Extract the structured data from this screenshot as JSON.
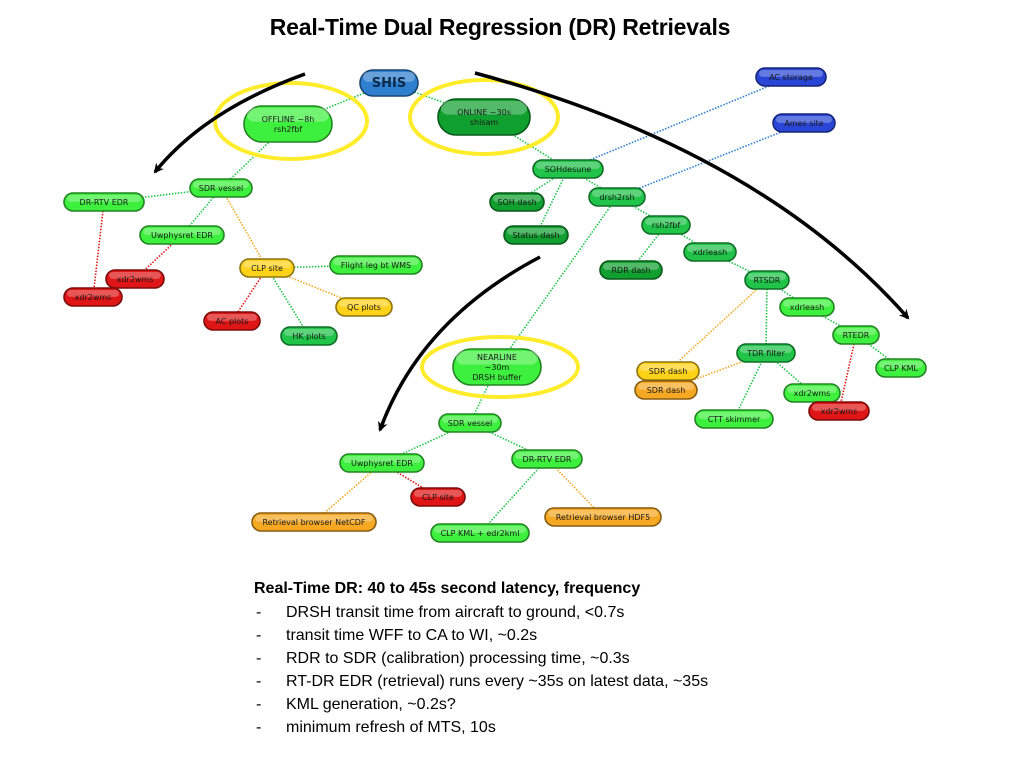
{
  "title": "Real-Time Dual Regression (DR) Retrievals",
  "colors": {
    "blue": "#2f7fd0",
    "dark_blue": "#2946d6",
    "bright_green": "#3ef03e",
    "medium_green": "#1fc448",
    "dark_green": "#10a030",
    "yellow": "#ffd21a",
    "orange": "#f7a823",
    "red": "#e01515",
    "highlight_ring": "#ffec2a",
    "arrow": "#000000"
  },
  "nodes": {
    "shis": {
      "lines": [
        "SHIS"
      ],
      "color": "blue"
    },
    "offline": {
      "lines": [
        "OFFLINE ~8h",
        "rsh2fbf"
      ],
      "color": "bright_green"
    },
    "online": {
      "lines": [
        "ONLINE ~30s",
        "shisam"
      ],
      "color": "dark_green"
    },
    "ac_storage": {
      "lines": [
        "AC storage"
      ],
      "color": "dark_blue"
    },
    "ames_site": {
      "lines": [
        "Ames site"
      ],
      "color": "dark_blue"
    },
    "sohdesune": {
      "lines": [
        "SOHdesune"
      ],
      "color": "medium_green"
    },
    "soh_dash": {
      "lines": [
        "SOH dash"
      ],
      "color": "dark_green"
    },
    "status_dash": {
      "lines": [
        "Status dash"
      ],
      "color": "dark_green"
    },
    "drsh2rsh": {
      "lines": [
        "drsh2rsh"
      ],
      "color": "medium_green"
    },
    "rsh2fbf_online": {
      "lines": [
        "rsh2fbf"
      ],
      "color": "medium_green"
    },
    "rdr_dash": {
      "lines": [
        "RDR dash"
      ],
      "color": "dark_green"
    },
    "xdrleash_1": {
      "lines": [
        "xdrleash"
      ],
      "color": "medium_green"
    },
    "rtsdr": {
      "lines": [
        "RTSDR"
      ],
      "color": "medium_green"
    },
    "xdrleash_2": {
      "lines": [
        "xdrleash"
      ],
      "color": "bright_green"
    },
    "rtedr": {
      "lines": [
        "RTEDR"
      ],
      "color": "bright_green"
    },
    "clp_kml_right": {
      "lines": [
        "CLP KML"
      ],
      "color": "bright_green"
    },
    "tdr_filter": {
      "lines": [
        "TDR filter"
      ],
      "color": "medium_green"
    },
    "sdr_dash_1": {
      "lines": [
        "SDR dash"
      ],
      "color": "yellow"
    },
    "sdr_dash_2": {
      "lines": [
        "SDR dash"
      ],
      "color": "orange"
    },
    "xdr2wms_right_green": {
      "lines": [
        "xdr2wms"
      ],
      "color": "bright_green"
    },
    "xdr2wms_right_red": {
      "lines": [
        "xdr2wms"
      ],
      "color": "red"
    },
    "ctt_skimmer": {
      "lines": [
        "CTT skimmer"
      ],
      "color": "bright_green"
    },
    "sdr_vessel_left": {
      "lines": [
        "SDR vessel"
      ],
      "color": "bright_green"
    },
    "dr_rtv_edr_left": {
      "lines": [
        "DR-RTV EDR"
      ],
      "color": "bright_green"
    },
    "uwphysret_edr_left": {
      "lines": [
        "Uwphysret EDR"
      ],
      "color": "bright_green"
    },
    "xdr2wms_left_1": {
      "lines": [
        "xdr2wms"
      ],
      "color": "red"
    },
    "xdr2wms_left_2": {
      "lines": [
        "xdr2wms"
      ],
      "color": "red"
    },
    "clp_site_left": {
      "lines": [
        "CLP site"
      ],
      "color": "yellow"
    },
    "flight_leg": {
      "lines": [
        "Flight leg bt WMS"
      ],
      "color": "bright_green"
    },
    "qc_plots": {
      "lines": [
        "QC plots"
      ],
      "color": "yellow"
    },
    "ac_plots": {
      "lines": [
        "AC plots"
      ],
      "color": "red"
    },
    "hk_plots": {
      "lines": [
        "HK plots"
      ],
      "color": "medium_green"
    },
    "nearline": {
      "lines": [
        "NEARLINE",
        "~30m",
        "DRSH buffer"
      ],
      "color": "bright_green"
    },
    "sdr_vessel_bottom": {
      "lines": [
        "SDR vessel"
      ],
      "color": "bright_green"
    },
    "uwphysret_edr_bottom": {
      "lines": [
        "Uwphysret EDR"
      ],
      "color": "bright_green"
    },
    "dr_rtv_edr_bottom": {
      "lines": [
        "DR-RTV EDR"
      ],
      "color": "bright_green"
    },
    "clp_site_bottom": {
      "lines": [
        "CLP site"
      ],
      "color": "red"
    },
    "retrieval_browser_netcdf": {
      "lines": [
        "Retrieval browser NetCDF"
      ],
      "color": "orange"
    },
    "retrieval_browser_hdf5": {
      "lines": [
        "Retrieval browser HDF5"
      ],
      "color": "orange"
    },
    "clp_kml_edr2kml": {
      "lines": [
        "CLP KML + edr2kml"
      ],
      "color": "bright_green"
    }
  },
  "edges": [
    {
      "from": "shis",
      "to": "offline",
      "color": "medium_green"
    },
    {
      "from": "shis",
      "to": "online",
      "color": "medium_green"
    },
    {
      "from": "offline",
      "to": "sdr_vessel_left",
      "color": "medium_green"
    },
    {
      "from": "sdr_vessel_left",
      "to": "dr_rtv_edr_left",
      "color": "medium_green"
    },
    {
      "from": "sdr_vessel_left",
      "to": "uwphysret_edr_left",
      "color": "medium_green"
    },
    {
      "from": "sdr_vessel_left",
      "to": "clp_site_left",
      "color": "orange"
    },
    {
      "from": "dr_rtv_edr_left",
      "to": "xdr2wms_left_2",
      "color": "red"
    },
    {
      "from": "uwphysret_edr_left",
      "to": "xdr2wms_left_1",
      "color": "red"
    },
    {
      "from": "clp_site_left",
      "to": "flight_leg",
      "color": "medium_green"
    },
    {
      "from": "clp_site_left",
      "to": "qc_plots",
      "color": "orange"
    },
    {
      "from": "clp_site_left",
      "to": "ac_plots",
      "color": "red"
    },
    {
      "from": "clp_site_left",
      "to": "hk_plots",
      "color": "medium_green"
    },
    {
      "from": "online",
      "to": "sohdesune",
      "color": "medium_green"
    },
    {
      "from": "sohdesune",
      "to": "ac_storage",
      "color": "blue"
    },
    {
      "from": "sohdesune",
      "to": "soh_dash",
      "color": "medium_green"
    },
    {
      "from": "sohdesune",
      "to": "status_dash",
      "color": "medium_green"
    },
    {
      "from": "sohdesune",
      "to": "drsh2rsh",
      "color": "medium_green"
    },
    {
      "from": "drsh2rsh",
      "to": "ames_site",
      "color": "blue"
    },
    {
      "from": "drsh2rsh",
      "to": "rsh2fbf_online",
      "color": "medium_green"
    },
    {
      "from": "drsh2rsh",
      "to": "nearline",
      "color": "medium_green"
    },
    {
      "from": "rsh2fbf_online",
      "to": "rdr_dash",
      "color": "medium_green"
    },
    {
      "from": "rsh2fbf_online",
      "to": "xdrleash_1",
      "color": "medium_green"
    },
    {
      "from": "xdrleash_1",
      "to": "rtsdr",
      "color": "medium_green"
    },
    {
      "from": "rtsdr",
      "to": "xdrleash_2",
      "color": "medium_green"
    },
    {
      "from": "rtsdr",
      "to": "tdr_filter",
      "color": "medium_green"
    },
    {
      "from": "rtsdr",
      "to": "sdr_dash_1",
      "color": "orange"
    },
    {
      "from": "xdrleash_2",
      "to": "rtedr",
      "color": "medium_green"
    },
    {
      "from": "rtedr",
      "to": "clp_kml_right",
      "color": "medium_green"
    },
    {
      "from": "rtedr",
      "to": "xdr2wms_right_red",
      "color": "red"
    },
    {
      "from": "tdr_filter",
      "to": "sdr_dash_2",
      "color": "orange"
    },
    {
      "from": "tdr_filter",
      "to": "xdr2wms_right_green",
      "color": "medium_green"
    },
    {
      "from": "tdr_filter",
      "to": "ctt_skimmer",
      "color": "medium_green"
    },
    {
      "from": "nearline",
      "to": "sdr_vessel_bottom",
      "color": "medium_green"
    },
    {
      "from": "sdr_vessel_bottom",
      "to": "uwphysret_edr_bottom",
      "color": "medium_green"
    },
    {
      "from": "sdr_vessel_bottom",
      "to": "dr_rtv_edr_bottom",
      "color": "medium_green"
    },
    {
      "from": "uwphysret_edr_bottom",
      "to": "retrieval_browser_netcdf",
      "color": "orange"
    },
    {
      "from": "uwphysret_edr_bottom",
      "to": "clp_site_bottom",
      "color": "red"
    },
    {
      "from": "dr_rtv_edr_bottom",
      "to": "clp_kml_edr2kml",
      "color": "medium_green"
    },
    {
      "from": "dr_rtv_edr_bottom",
      "to": "retrieval_browser_hdf5",
      "color": "orange"
    }
  ],
  "highlighted": [
    "offline",
    "online",
    "nearline"
  ],
  "notes": {
    "heading": "Real-Time DR: 40 to 45s second latency, frequency",
    "items": [
      "DRSH transit time from aircraft to ground, <0.7s",
      "transit time WFF to CA to WI, ~0.2s",
      "RDR to SDR (calibration) processing time, ~0.3s",
      "RT-DR EDR (retrieval) runs every ~35s on latest data, ~35s",
      "KML generation, ~0.2s?",
      "minimum refresh of MTS, 10s"
    ],
    "bullet": "-"
  }
}
